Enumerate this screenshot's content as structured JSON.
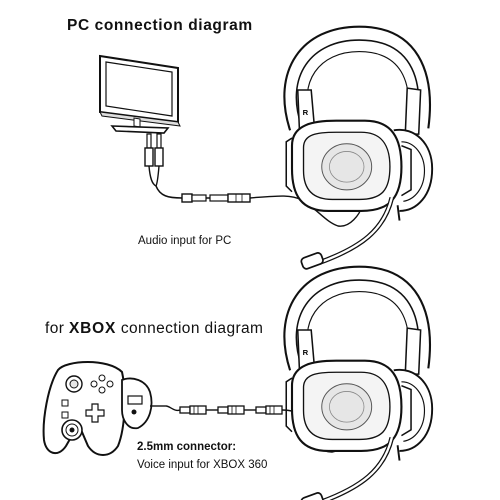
{
  "pc": {
    "title": "PC connection diagram",
    "caption": "Audio input for PC"
  },
  "xbox": {
    "title_prefix": "for",
    "title_bold": "XBOX",
    "title_suffix": "connection diagram",
    "connector_label": "2.5mm connector:",
    "connector_desc": "Voice input for XBOX 360"
  },
  "headset": {
    "side_marker": "R"
  },
  "colors": {
    "line": "#111111",
    "fill": "#ffffff",
    "shade": "#e8e8e8",
    "dark": "#555555"
  },
  "icons": [
    "monitor-icon",
    "headset-icon",
    "gamepad-icon",
    "adapter-icon",
    "plug-icon",
    "cable-icon"
  ]
}
